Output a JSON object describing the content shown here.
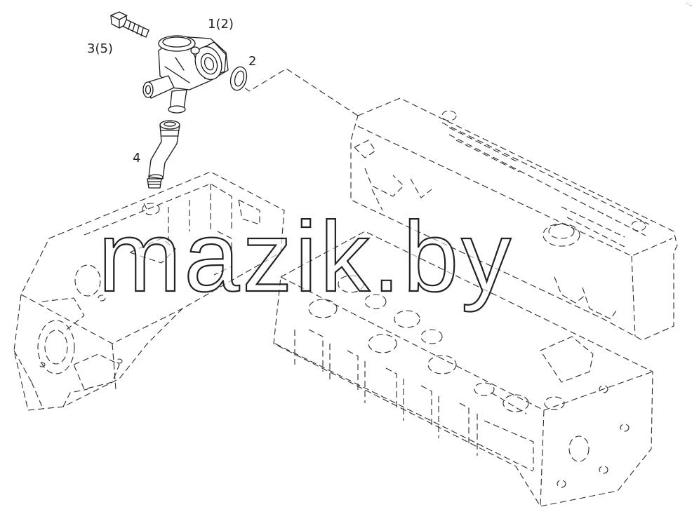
{
  "diagram": {
    "callouts": {
      "part_1": "1(2)",
      "part_2": "2",
      "part_3": "3(5)",
      "part_4": "4"
    },
    "watermark": "mazik.by",
    "corner_mark": "ᵔ–"
  },
  "colors": {
    "line": "#1a1a1a",
    "background": "#ffffff"
  }
}
